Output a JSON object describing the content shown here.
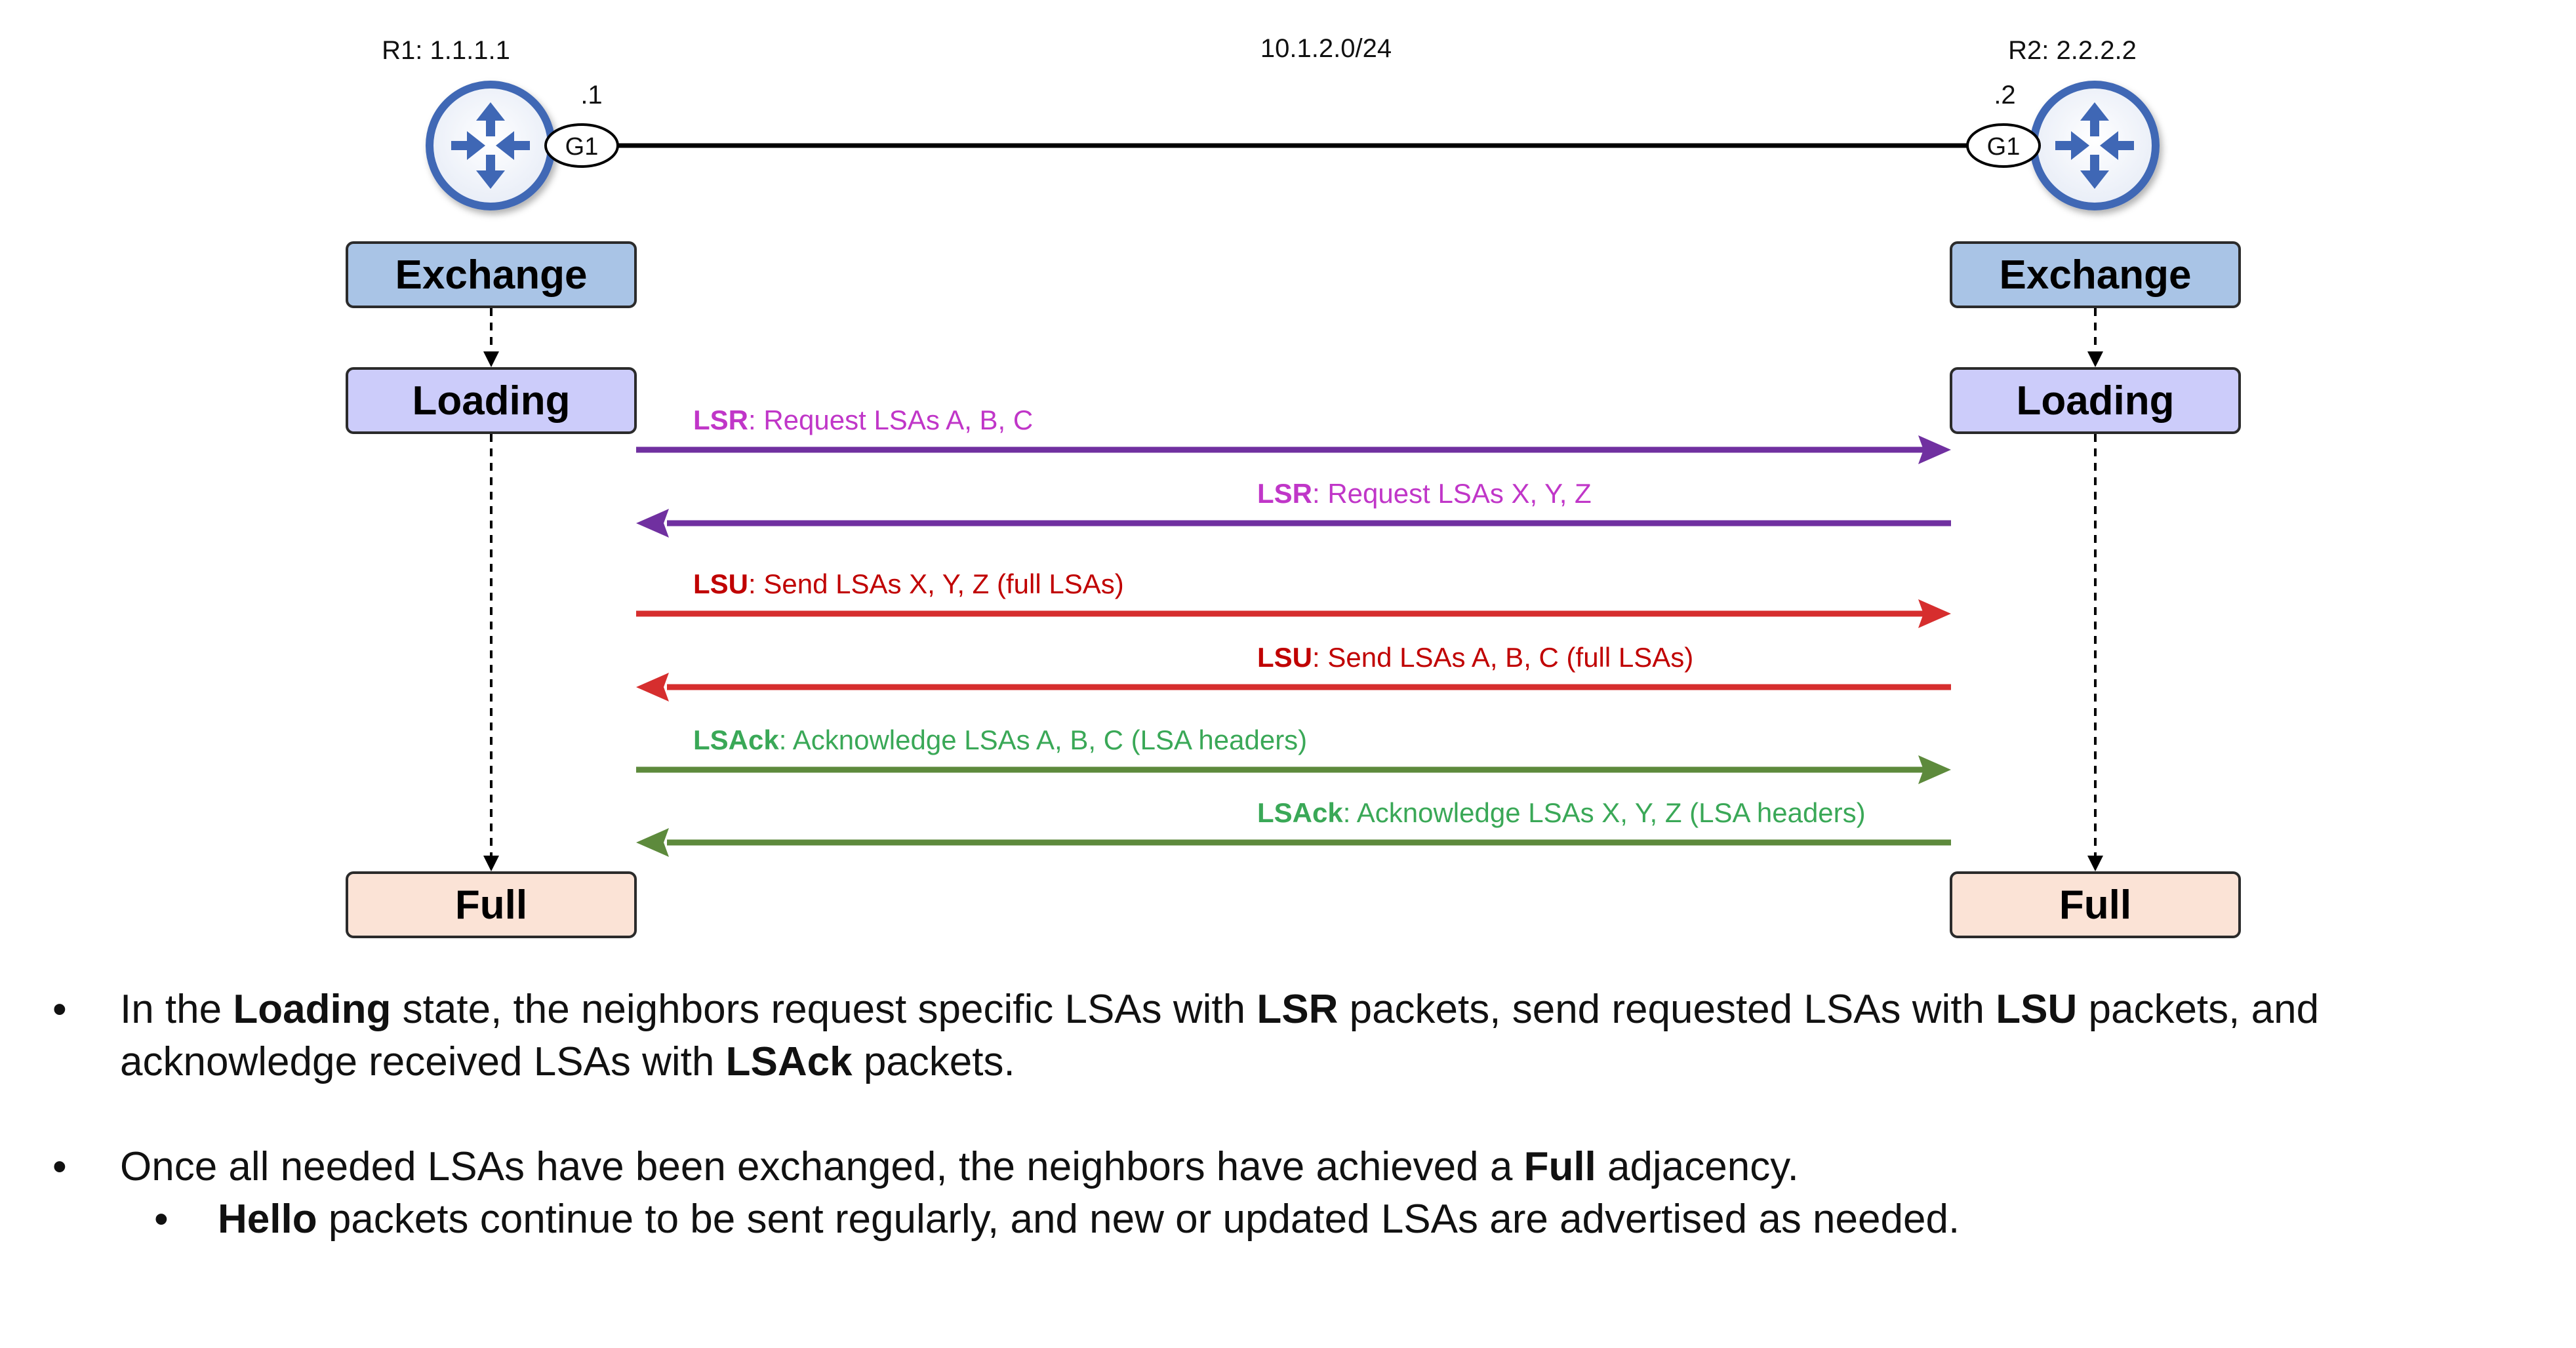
{
  "topology": {
    "r1_label": "R1: 1.1.1.1",
    "r2_label": "R2: 2.2.2.2",
    "subnet": "10.1.2.0/24",
    "r1_ip": ".1",
    "r2_ip": ".2",
    "r1_interface": "G1",
    "r2_interface": "G1"
  },
  "states": {
    "exchange": "Exchange",
    "loading": "Loading",
    "full": "Full"
  },
  "colors": {
    "exchange_fill": "#a9c4e6",
    "loading_fill": "#ccccfa",
    "full_fill": "#fbe3d6",
    "lsr": "#7030a0",
    "lsr_text": "#c036c8",
    "lsu": "#d62e2e",
    "lsu_text": "#c00000",
    "lsack": "#5d8a3c",
    "lsack_text": "#3aa857",
    "router_blue": "#3f67b5"
  },
  "messages": [
    {
      "type": "LSR",
      "text": ": Request LSAs A, B, C",
      "direction": "right"
    },
    {
      "type": "LSR",
      "text": ": Request LSAs X, Y, Z",
      "direction": "left"
    },
    {
      "type": "LSU",
      "text": ": Send LSAs X, Y, Z (full LSAs)",
      "direction": "right"
    },
    {
      "type": "LSU",
      "text": ": Send LSAs A, B, C (full LSAs)",
      "direction": "left"
    },
    {
      "type": "LSAck",
      "text": ": Acknowledge LSAs A, B, C (LSA headers)",
      "direction": "right"
    },
    {
      "type": "LSAck",
      "text": ": Acknowledge LSAs X, Y, Z (LSA headers)",
      "direction": "left"
    }
  ],
  "bullets": {
    "b1": {
      "marker": "•",
      "t1": "In the ",
      "k1": "Loading",
      "t2": " state, the neighbors request specific LSAs with ",
      "k2": "LSR",
      "t3": " packets, send requested LSAs with ",
      "k3": "LSU",
      "t4": " packets, and acknowledge received LSAs with ",
      "k4": "LSAck",
      "t5": " packets."
    },
    "b2": {
      "marker": "•",
      "t1": "Once all needed LSAs have been exchanged, the neighbors have achieved a ",
      "k1": "Full",
      "t2": " adjacency."
    },
    "b3": {
      "marker": "•",
      "k1": "Hello",
      "t1": " packets continue to be sent regularly, and new or updated LSAs are advertised as needed."
    }
  }
}
